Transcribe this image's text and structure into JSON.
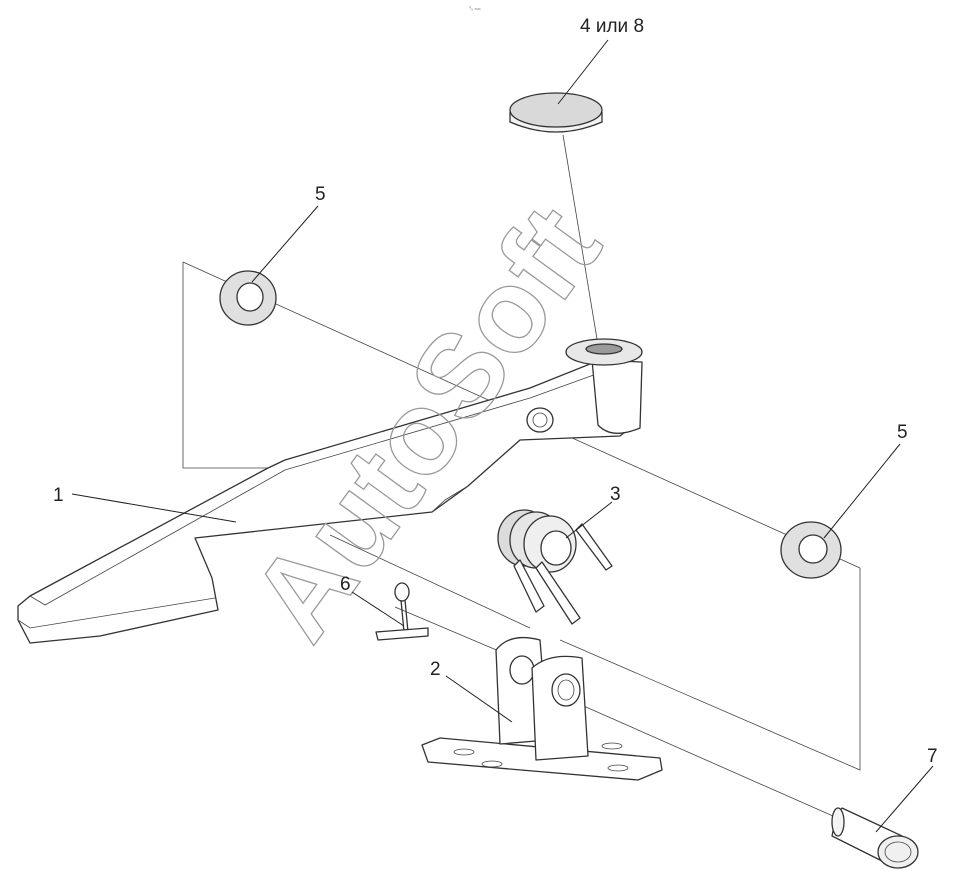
{
  "diagram": {
    "top_mark": "⁰₀ ₘₘ",
    "watermark": "AutoSoft",
    "callouts": [
      {
        "id": "1",
        "text": "1"
      },
      {
        "id": "2",
        "text": "2"
      },
      {
        "id": "3",
        "text": "3"
      },
      {
        "id": "4or8",
        "text": "4 или 8"
      },
      {
        "id": "5a",
        "text": "5"
      },
      {
        "id": "5b",
        "text": "5"
      },
      {
        "id": "6",
        "text": "6"
      },
      {
        "id": "7",
        "text": "7"
      }
    ]
  }
}
